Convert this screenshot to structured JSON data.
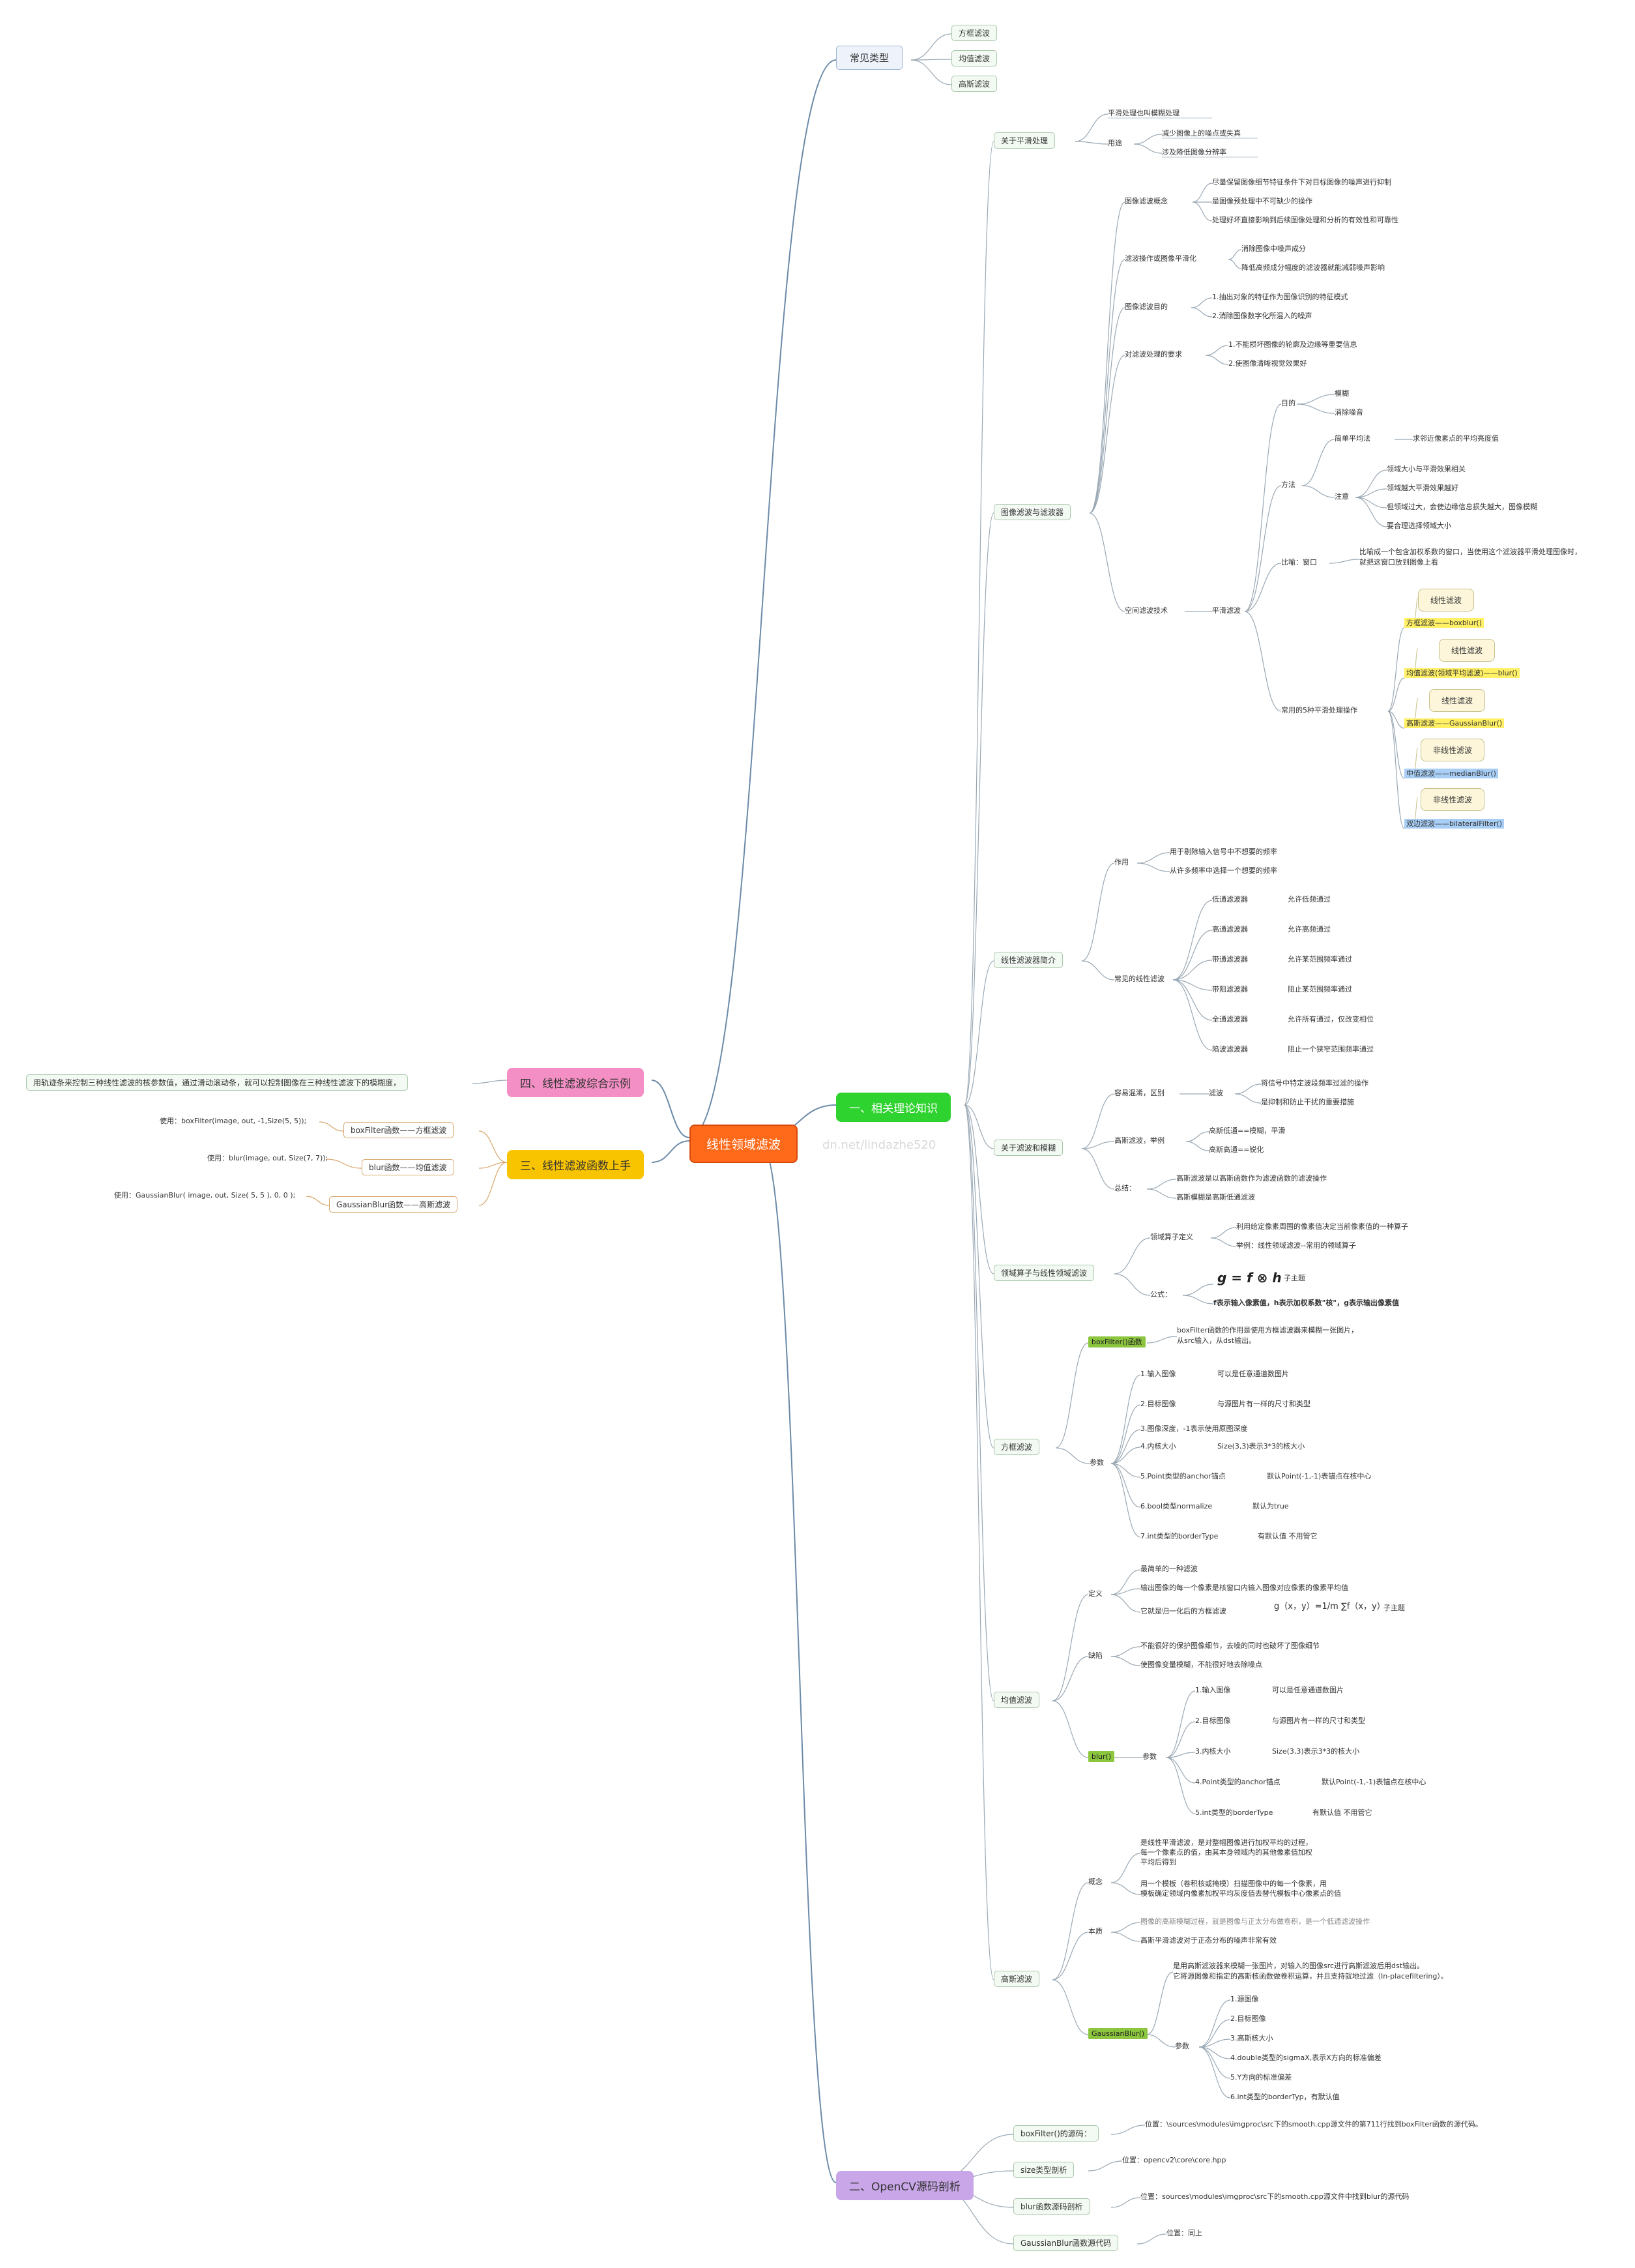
{
  "center": "线性领域滤波",
  "watermark": "dn.net/lindazhe520",
  "branch_common": {
    "title": "常见类型",
    "items": [
      "方框滤波",
      "均值滤波",
      "高斯滤波"
    ]
  },
  "branch_one": {
    "title": "一、相关理论知识",
    "smooth": {
      "title": "关于平滑处理",
      "alias": "平滑处理也叫模糊处理",
      "use": "用途",
      "use_items": [
        "减少图像上的噪点或失真",
        "涉及降低图像分辨率"
      ]
    },
    "filtering": {
      "title": "图像滤波与滤波器",
      "concept": "图像滤波概念",
      "concept_items": [
        "尽量保留图像细节特征条件下对目标图像的噪声进行抑制",
        "是图像预处理中不可缺少的操作",
        "处理好坏直接影响到后续图像处理和分析的有效性和可靠性"
      ],
      "op": "滤波操作或图像平滑化",
      "op_items": [
        "消除图像中噪声成分",
        "降低高频成分幅度的滤波器就能减弱噪声影响"
      ],
      "goal": "图像滤波目的",
      "goal_items": [
        "1.抽出对象的特征作为图像识别的特征模式",
        "2.消除图像数字化所混入的噪声"
      ],
      "req": "对滤波处理的要求",
      "req_items": [
        "1.不能损坏图像的轮廓及边缘等重要信息",
        "2.使图像清晰视觉效果好"
      ],
      "spatial": "空间滤波技术",
      "smooth_filter": "平滑滤波",
      "purpose": "目的",
      "purpose_items": [
        "模糊",
        "消除噪音"
      ],
      "method": "方法",
      "simple_avg": "简单平均法",
      "simple_avg_desc": "求邻近像素点的平均亮度值",
      "note": "注意",
      "note_items": [
        "领域大小与平滑效果相关",
        "领域越大平滑效果越好",
        "但领域过大，会使边缘信息损失越大，图像模糊",
        "要合理选择领域大小"
      ],
      "metaphor": "比喻：窗口",
      "metaphor_desc": [
        "比喻成一个包含加权系数的窗口，当使用这个滤波器平滑处理图像时，",
        "就把这窗口放到图像上看"
      ],
      "common5": "常用的5种平滑处理操作",
      "ops": [
        {
          "cat": "线性滤波",
          "name": "方框滤波——boxblur()",
          "hl": "y"
        },
        {
          "cat": "线性滤波",
          "name": "均值滤波(领域平均滤波)——blur()",
          "hl": "y"
        },
        {
          "cat": "线性滤波",
          "name": "高斯滤波——GaussianBlur()",
          "hl": "y"
        },
        {
          "cat": "非线性滤波",
          "name": "中值滤波——medianBlur()",
          "hl": "b"
        },
        {
          "cat": "非线性滤波",
          "name": "双边滤波——bilateralFilter()",
          "hl": "b"
        }
      ]
    },
    "linear_intro": {
      "title": "线性滤波器简介",
      "role": "作用",
      "role_items": [
        "用于剔除输入信号中不想要的频率",
        "从许多频率中选择一个想要的频率"
      ],
      "common": "常见的线性滤波",
      "filters": [
        [
          "低通滤波器",
          "允许低频通过"
        ],
        [
          "高通滤波器",
          "允许高频通过"
        ],
        [
          "带通滤波器",
          "允许某范围频率通过"
        ],
        [
          "带阻滤波器",
          "阻止某范围频率通过"
        ],
        [
          "全通滤波器",
          "允许所有通过，仅改变相位"
        ],
        [
          "陷波滤波器",
          "阻止一个狭窄范围频率通过"
        ]
      ]
    },
    "filter_blur": {
      "title": "关于滤波和模糊",
      "diff": "容易混淆，区别",
      "lvbo": "滤波",
      "lvbo_items": [
        "将信号中特定波段频率过滤的操作",
        "是抑制和防止干扰的重要措施"
      ],
      "example": "高斯滤波，举例",
      "example_items": [
        "高斯低通==模糊，平滑",
        "高斯高通==锐化"
      ],
      "summary": "总结：",
      "summary_items": [
        "高斯滤波是以高斯函数作为滤波函数的滤波操作",
        "高斯模糊是高斯低通滤波"
      ]
    },
    "operator": {
      "title": "领域算子与线性领域滤波",
      "def": "领域算子定义",
      "def_items": [
        "利用给定像素周围的像素值决定当前像素值的一种算子",
        "举例：线性领域滤波--常用的领域算子"
      ],
      "formula_label": "公式：",
      "formula": "g = f ⊗ h",
      "formula_tag": "子主题",
      "formula_desc": "f表示输入像素值，h表示加权系数\"核\"，g表示输出像素值"
    },
    "box": {
      "title": "方框滤波",
      "func": "boxFilter()函数",
      "func_desc": [
        "boxFilter函数的作用是使用方框滤波器来模糊一张图片，",
        "从src输入，从dst输出。"
      ],
      "params": "参数",
      "param_items": [
        [
          "1.输入图像",
          "可以是任意通道数图片"
        ],
        [
          "2.目标图像",
          "与源图片有一样的尺寸和类型"
        ],
        [
          "3.图像深度，-1表示使用原图深度",
          ""
        ],
        [
          "4.内核大小",
          "Size(3,3)表示3*3的核大小"
        ],
        [
          "5.Point类型的anchor锚点",
          "默认Point(-1,-1)表锚点在核中心"
        ],
        [
          "6.bool类型normalize",
          "默认为true"
        ],
        [
          "7.int类型的borderType",
          "有默认值 不用管它"
        ]
      ]
    },
    "mean": {
      "title": "均值滤波",
      "def": "定义",
      "def_items": [
        "最简单的一种滤波",
        "输出图像的每一个像素是核窗口内输入图像对应像素的像素平均值",
        "它就是归一化后的方框滤波"
      ],
      "formula": "g（x，y）=1/m ∑f（x，y）",
      "formula_tag": "子主题",
      "cons": "缺陷",
      "cons_items": [
        "不能很好的保护图像细节，去噪的同时也破坏了图像细节",
        "使图像变量模糊，不能很好地去除噪点"
      ],
      "func": "blur()",
      "params": "参数",
      "param_items": [
        [
          "1.输入图像",
          "可以是任意通道数图片"
        ],
        [
          "2.目标图像",
          "与源图片有一样的尺寸和类型"
        ],
        [
          "3.内核大小",
          "Size(3,3)表示3*3的核大小"
        ],
        [
          "4.Point类型的anchor锚点",
          "默认Point(-1,-1)表锚点在核中心"
        ],
        [
          "5.int类型的borderType",
          "有默认值 不用管它"
        ]
      ]
    },
    "gauss": {
      "title": "高斯滤波",
      "concept": "概念",
      "concept_lines": [
        "是线性平滑滤波，是对整幅图像进行加权平均的过程，",
        "每一个像素点的值，由其本身领域内的其他像素值加权",
        "平均后得到",
        "",
        "用一个模板（卷积核或掩模）扫描图像中的每一个像素，用",
        "模板确定领域内像素加权平均灰度值去替代模板中心像素点的值"
      ],
      "essence": "本质",
      "essence_items": [
        "图像的高斯模糊过程，就是图像与正太分布做卷积，是一个低通滤波操作",
        "高斯平滑滤波对于正态分布的噪声非常有效"
      ],
      "func": "GaussianBlur()",
      "func_desc": [
        "是用高斯滤波器来模糊一张图片，对输入的图像src进行高斯滤波后用dst输出。",
        "它将源图像和指定的高斯核函数做卷积运算，并且支持就地过滤（In-placefiltering）。"
      ],
      "params": "参数",
      "param_items": [
        "1.源图像",
        "2.目标图像",
        "3.高斯核大小",
        "4.double类型的sigmaX,表示X方向的标准偏差",
        "5.Y方向的标准偏差",
        "6.int类型的borderTyp，有默认值"
      ]
    }
  },
  "branch_two": {
    "title": "二、OpenCV源码剖析",
    "items": [
      [
        "boxFilter()的源码：",
        "位置：\\sources\\modules\\imgproc\\src下的smooth.cpp源文件的第711行找到boxFilter函数的源代码。"
      ],
      [
        "size类型剖析",
        "位置：opencv2\\core\\core.hpp"
      ],
      [
        "blur函数源码剖析",
        "位置：sources\\modules\\imgproc\\src下的smooth.cpp源文件中找到blur的源代码"
      ],
      [
        "GaussianBlur函数源代码",
        "位置：同上"
      ]
    ]
  },
  "branch_three": {
    "title": "三、线性滤波函数上手",
    "items": [
      [
        "boxFilter函数——方框滤波",
        "使用：boxFilter(image, out, -1,Size(5, 5));"
      ],
      [
        "blur函数——均值滤波",
        "使用：blur(image, out, Size(7, 7));"
      ],
      [
        "GaussianBlur函数——高斯滤波",
        "使用：GaussianBlur( image, out, Size( 5, 5 ), 0, 0 );"
      ]
    ]
  },
  "branch_four": {
    "title": "四、线性滤波综合示例",
    "desc": "用轨迹条来控制三种线性滤波的核参数值，通过滑动滚动条，就可以控制图像在三种线性滤波下的模糊度，"
  },
  "colors": {
    "center": "#ff6a1a",
    "one": "#2fd32f",
    "two": "#c8a6e8",
    "three": "#f8c400",
    "four": "#f38fc4",
    "highlight": "#fff066"
  }
}
